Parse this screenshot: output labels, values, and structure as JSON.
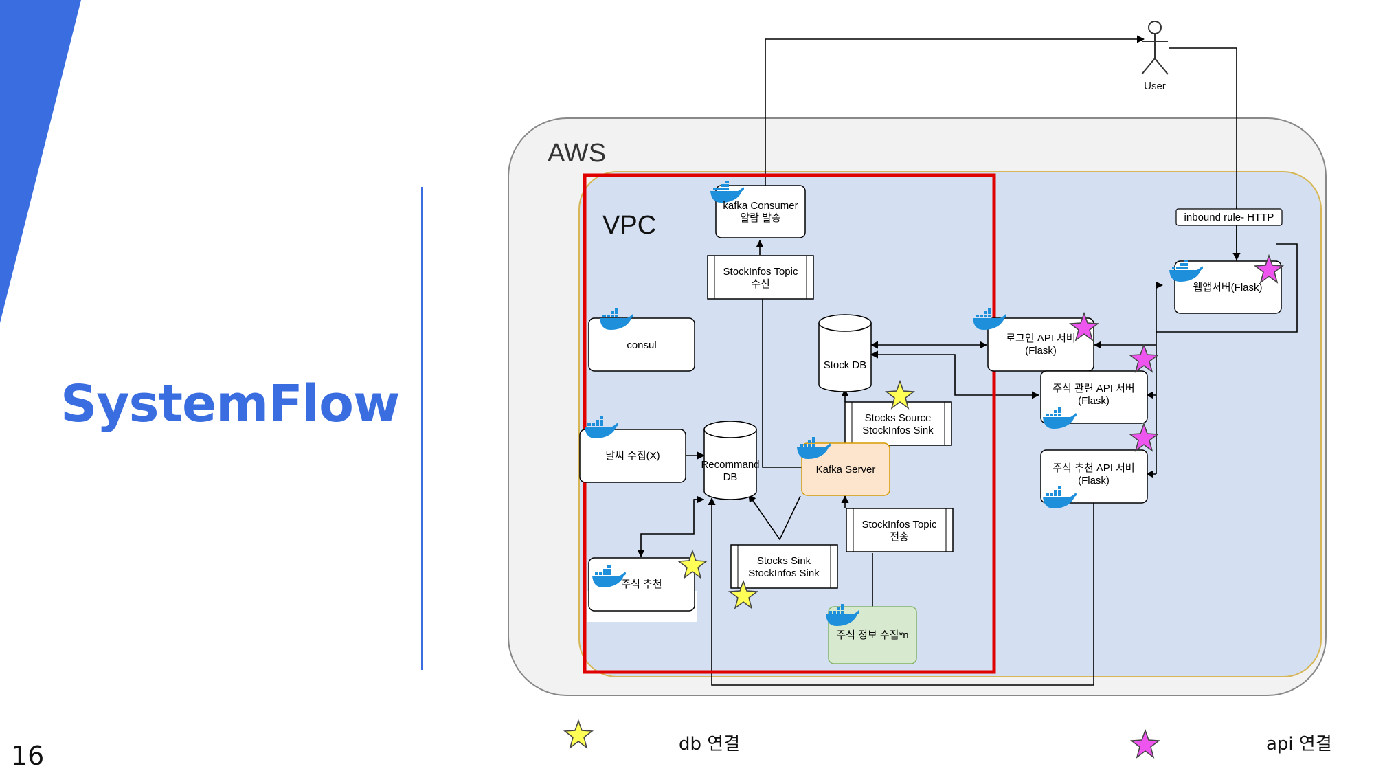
{
  "slide": {
    "title": "SystemFlow",
    "page_number": "16",
    "accent_color": "#3a6de0"
  },
  "diagram": {
    "aws_label": "AWS",
    "vpc_label": "VPC",
    "user_label": "User",
    "inbound_rule": "inbound rule- HTTP",
    "nodes": {
      "kafka_consumer": [
        "kafka Consumer",
        "알람 발송"
      ],
      "topic_receive": [
        "StockInfos Topic",
        "수신"
      ],
      "consul": [
        "consul"
      ],
      "stock_db": [
        "Stock DB"
      ],
      "stocks_source": [
        "Stocks Source",
        "StockInfos Sink"
      ],
      "weather": [
        "날씨 수집(X)"
      ],
      "recommend_db": [
        "Recommand",
        "DB"
      ],
      "kafka_server": [
        "Kafka Server"
      ],
      "topic_send": [
        "StockInfos Topic",
        "전송"
      ],
      "stocks_sink": [
        "Stocks Sink",
        "StockInfos Sink"
      ],
      "stock_recommend": [
        "주식 추천"
      ],
      "stock_collect": [
        "주식 정보 수집*n"
      ],
      "web_server": [
        "웹앱서버(Flask)"
      ],
      "login_api": [
        "로그인 API 서버",
        "(Flask)"
      ],
      "stock_api": [
        "주식 관련 API 서버",
        "(Flask)"
      ],
      "recommend_api": [
        "주식 추천 API 서버",
        "(Flask)"
      ]
    },
    "colors": {
      "vpc_fill": "#d4e0f2",
      "aws_fill": "#f2f2f2",
      "kafka_fill": "#fde5cd",
      "collector_fill": "#d7e9cf",
      "highlight_border": "#e00000",
      "docker_blue": "#1d8fdb"
    }
  },
  "legend": {
    "db_label": "db 연결",
    "api_label": "api 연결",
    "db_star_color": "#ffff55",
    "api_star_color": "#ee55ee"
  }
}
